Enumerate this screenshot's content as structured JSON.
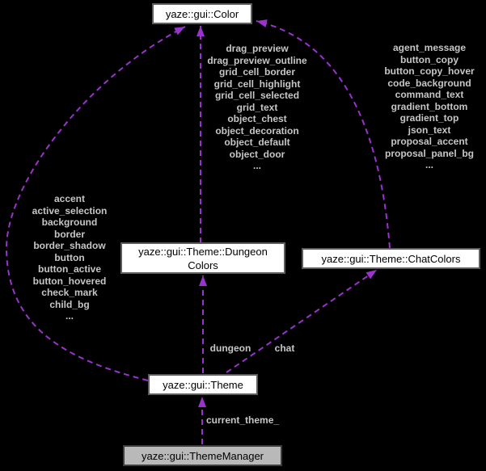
{
  "diagram": {
    "type": "doxygen-collaboration-graph",
    "colors": {
      "background": "#000000",
      "edge": "#9a33cc",
      "edge_label_text": "#c6c6c6",
      "node_fill": "#ffffff",
      "node_border": "#5e5e5e",
      "node_text": "#000000",
      "current_node_fill": "#b9b9b9"
    },
    "nodes": {
      "color": {
        "label": "yaze::gui::Color"
      },
      "dungeon_colors": {
        "label": [
          "yaze::gui::Theme::Dungeon",
          "Colors"
        ]
      },
      "chat_colors": {
        "label": "yaze::gui::Theme::ChatColors"
      },
      "theme": {
        "label": "yaze::gui::Theme"
      },
      "theme_manager": {
        "label": "yaze::gui::ThemeManager"
      }
    },
    "edges": {
      "theme_to_color_members": [
        "accent",
        "active_selection",
        "background",
        "border",
        "border_shadow",
        "button",
        "button_active",
        "button_hovered",
        "check_mark",
        "child_bg",
        "..."
      ],
      "dungeon_to_color_members": [
        "drag_preview",
        "drag_preview_outline",
        "grid_cell_border",
        "grid_cell_highlight",
        "grid_cell_selected",
        "grid_text",
        "object_chest",
        "object_decoration",
        "object_default",
        "object_door",
        "..."
      ],
      "chat_to_color_members": [
        "agent_message",
        "button_copy",
        "button_copy_hover",
        "code_background",
        "command_text",
        "gradient_bottom",
        "gradient_top",
        "json_text",
        "proposal_accent",
        "proposal_panel_bg",
        "..."
      ],
      "theme_to_dungeon_label": "dungeon",
      "theme_to_chat_label": "chat",
      "manager_to_theme_label": "current_theme_"
    }
  }
}
